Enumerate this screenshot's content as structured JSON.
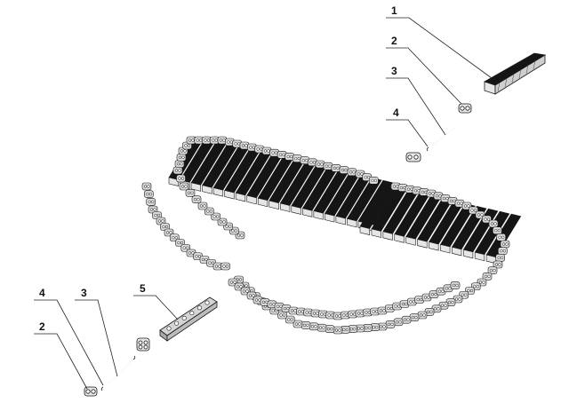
{
  "callouts": [
    {
      "id": "c1",
      "label": "1"
    },
    {
      "id": "c2",
      "label": "2"
    },
    {
      "id": "c3",
      "label": "3"
    },
    {
      "id": "c4",
      "label": "4"
    },
    {
      "id": "c5",
      "label": "5"
    },
    {
      "id": "c6",
      "label": "4"
    },
    {
      "id": "c7",
      "label": "3"
    },
    {
      "id": "c8",
      "label": "2"
    }
  ],
  "colors": {
    "ink": "#1a1a1a",
    "pad": "#2b2b2b",
    "pad_top": "#151515",
    "link": "#d9d9d9",
    "background": "#ffffff"
  }
}
